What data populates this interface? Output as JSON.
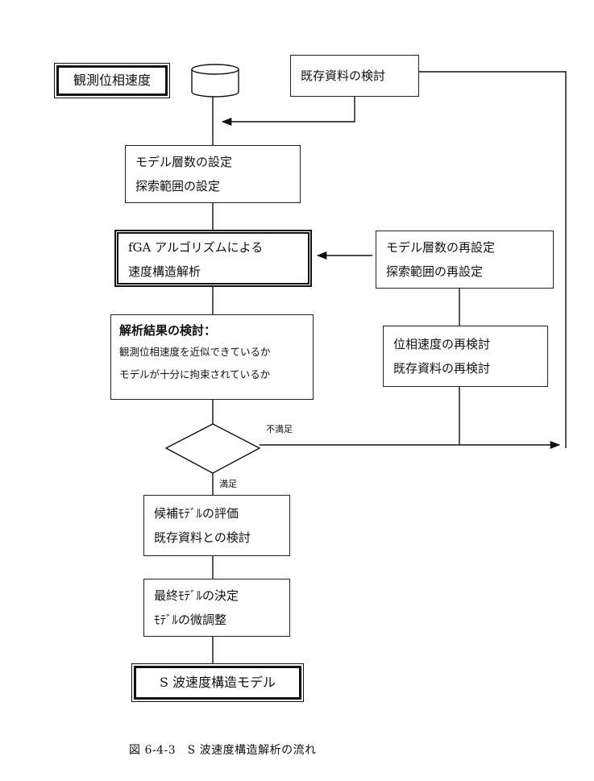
{
  "nodes": {
    "observed_velocity": "観測位相速度",
    "existing_review": "既存資料の検討",
    "model_setup": [
      "モデル層数の設定",
      "探索範囲の設定"
    ],
    "fga_analysis": [
      "fGA アルゴリズムによる",
      "速度構造解析"
    ],
    "model_reset": [
      "モデル層数の再設定",
      "探索範囲の再設定"
    ],
    "result_review": {
      "title": "解析結果の検討：",
      "lines": [
        "観測位相速度を近似できているか",
        "モデルが十分に拘束されているか"
      ]
    },
    "re_review": [
      "位相速度の再検討",
      "既存資料の再検討"
    ],
    "candidate_eval": [
      "候補ﾓﾃﾞﾙの評価",
      "既存資料との検討"
    ],
    "final_model": [
      "最終ﾓﾃﾞﾙの決定",
      "ﾓﾃﾞﾙの微調整"
    ],
    "s_wave_model": "S 波速度構造モデル"
  },
  "decision": {
    "no_label": "不満足",
    "yes_label": "満足"
  },
  "caption": "図 6-4-3　S 波速度構造解析の流れ"
}
